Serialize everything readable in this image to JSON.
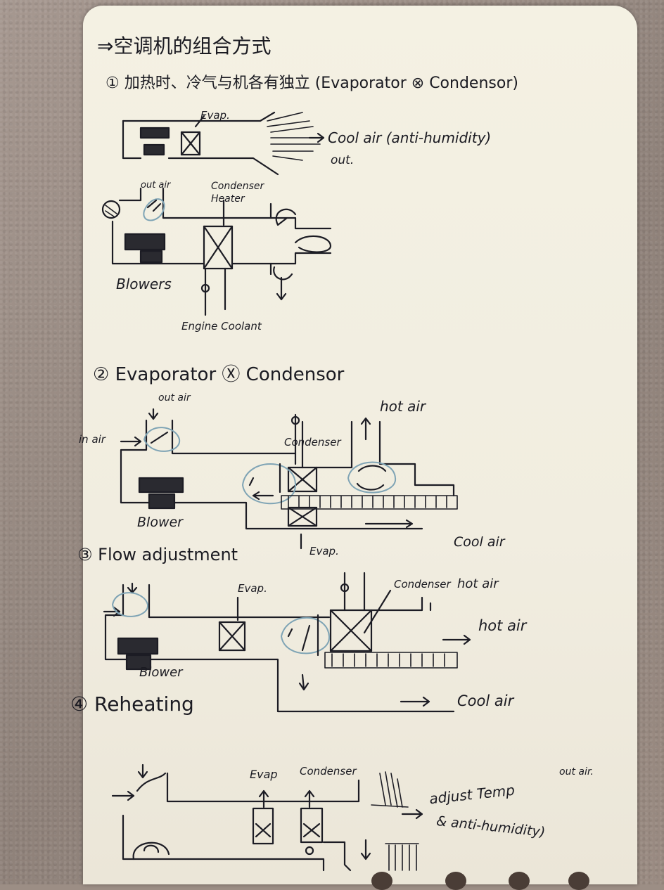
{
  "page": {
    "title": "⇒空调机的组合方式",
    "sections": [
      {
        "heading": "① 加热时、冷气与机各有独立 (Evaporator ⊗ Condensor)",
        "labels": {
          "evap": "Evap.",
          "cool_air": "Cool air (anti-humidity)",
          "out": "out.",
          "out_air": "out air",
          "condenser_heater": "Condenser Heater",
          "blowers": "Blowers",
          "engine_coolant": "Engine Coolant"
        }
      },
      {
        "heading": "② Evaporator Ⓧ Condensor",
        "labels": {
          "out_air": "out air",
          "in_air": "in air",
          "hot_air": "hot air",
          "condenser": "Condenser",
          "blower": "Blower",
          "evap": "Evap.",
          "cool_air": "Cool air"
        }
      },
      {
        "heading": "③ Flow adjustment",
        "labels": {
          "evap": "Evap.",
          "condenser": "Condenser",
          "hot_air_top": "hot air",
          "hot_air_right": "hot air",
          "blower": "Blower",
          "cool_air": "Cool air"
        }
      },
      {
        "heading": "④ Reheating",
        "labels": {
          "evap": "Evap",
          "condenser": "Condenser",
          "adjust_temp": "adjust Temp",
          "out_air": "out air.",
          "anti_humidity": "& anti-humidity)"
        }
      }
    ]
  }
}
